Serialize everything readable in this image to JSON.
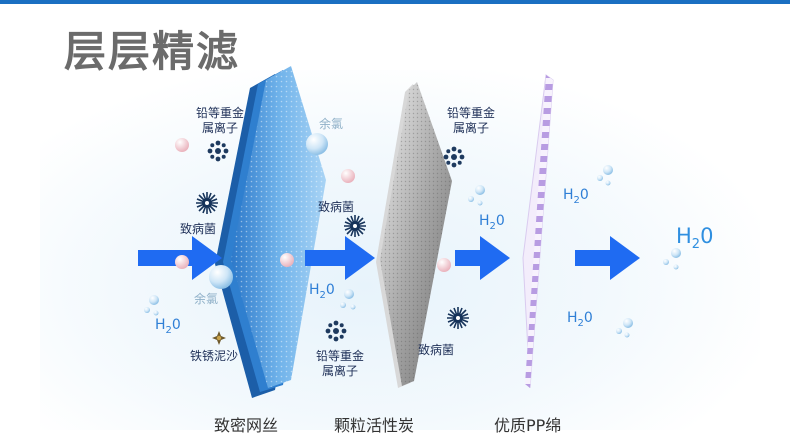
{
  "title": "层层精滤",
  "stages": [
    {
      "caption": "致密网丝"
    },
    {
      "caption": "颗粒活性炭"
    },
    {
      "caption": "优质PP绵"
    }
  ],
  "labels": {
    "metal_ions_1": "铅等重金\n属离子",
    "residual_chlorine_1": "余氯",
    "bacteria_1": "致病菌",
    "residual_chlorine_2": "余氯",
    "rust_sand": "铁锈泥沙",
    "bacteria_2": "致病菌",
    "metal_ions_2": "铅等重金\n属离子",
    "metal_ions_3": "铅等重金\n属离子",
    "bacteria_3": "致病菌"
  },
  "water": {
    "h": "H",
    "sub": "2",
    "o": "0"
  },
  "icons": [
    "arrow-right-icon",
    "heavy-metal-particle-icon",
    "bacteria-icon",
    "chlorine-bubble-icon",
    "pink-ion-ball-icon",
    "rust-sand-icon",
    "water-droplet-icon"
  ],
  "colors": {
    "arrow": "#1f6bf2",
    "title": "#6b6b6b",
    "mesh": "#3f8fd6",
    "carbon": "#8c8c8c",
    "pp": "#b59adf"
  }
}
